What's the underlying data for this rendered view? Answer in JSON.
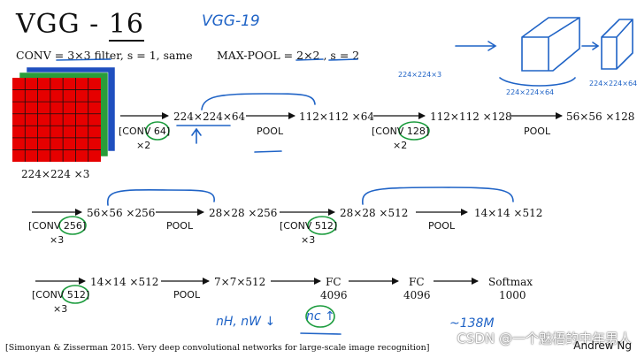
{
  "title": {
    "prefix": "VGG - ",
    "number": "16"
  },
  "definitions": {
    "conv": "CONV = 3×3 filter, s = 1, same",
    "maxpool": "MAX-POOL = 2×2 , s = 2"
  },
  "input": {
    "label": "224×224 ×3",
    "grid_color": "#e60000",
    "layer_colors": [
      "#1f4fbf",
      "#2a9d3a"
    ]
  },
  "rows": [
    {
      "shapes": [
        "224×224×64",
        "112×112 ×64",
        "112×112 ×128",
        "56×56 ×128"
      ],
      "ops": [
        {
          "label": "[CONV 64]",
          "repeat": "×2"
        },
        {
          "label": "POOL"
        },
        {
          "label": "[CONV 128]",
          "repeat": "×2"
        },
        {
          "label": "POOL"
        }
      ]
    },
    {
      "shapes": [
        "56×56 ×256",
        "28×28 ×256",
        "28×28 ×512",
        "14×14 ×512"
      ],
      "ops": [
        {
          "label": "[CONV 256]",
          "repeat": "×3"
        },
        {
          "label": "POOL"
        },
        {
          "label": "[CONV 512]",
          "repeat": "×3"
        },
        {
          "label": "POOL"
        }
      ]
    },
    {
      "shapes": [
        "14×14 ×512",
        "7×7×512"
      ],
      "ops": [
        {
          "label": "[CONV 512]",
          "repeat": "×3"
        },
        {
          "label": "POOL"
        }
      ]
    }
  ],
  "fc_layers": [
    {
      "name": "FC",
      "units": "4096"
    },
    {
      "name": "FC",
      "units": "4096"
    },
    {
      "name": "Softmax",
      "units": "1000"
    }
  ],
  "handwriting": {
    "vgg19": "VGG-19",
    "size_a": "224×224×3",
    "size_b": "224×224×64",
    "size_c": "224×224×64",
    "nh_nw": "nH, nW ↓",
    "nc": "nc ↑",
    "params": "~138M"
  },
  "citation": "[Simonyan & Zisserman 2015. Very deep convolutional networks for large-scale image recognition]",
  "author": "Andrew Ng",
  "watermark": "CSDN @一个魅梧的中年男人",
  "colors": {
    "ink": "#111111",
    "pen": "#1f63c6",
    "circle": "#1a9b3c"
  }
}
